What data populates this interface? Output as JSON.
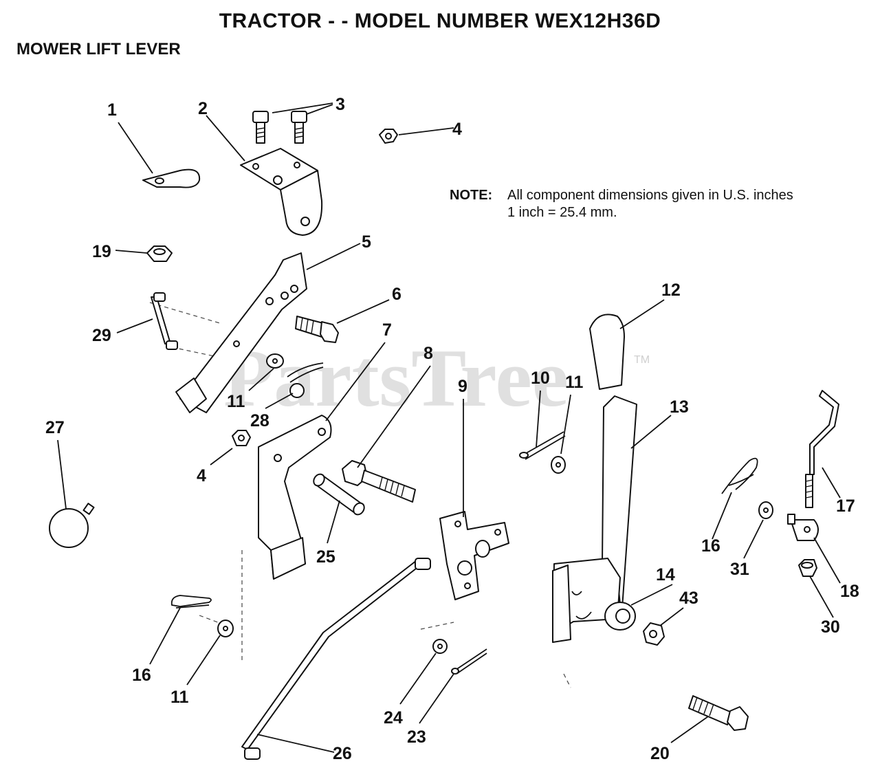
{
  "header": {
    "title": "TRACTOR - - MODEL NUMBER WEX12H36D",
    "subtitle": "MOWER LIFT LEVER"
  },
  "note": {
    "label": "NOTE:",
    "line1": "All component dimensions given in U.S. inches",
    "line2": "1 inch = 25.4 mm."
  },
  "watermark": {
    "text": "PartsTree",
    "tm": "TM"
  },
  "callouts": {
    "c1": "1",
    "c2": "2",
    "c3": "3",
    "c4a": "4",
    "c4b": "4",
    "c5": "5",
    "c6": "6",
    "c7": "7",
    "c8": "8",
    "c9": "9",
    "c10": "10",
    "c11a": "11",
    "c11b": "11",
    "c11c": "11",
    "c12": "12",
    "c13": "13",
    "c14": "14",
    "c16a": "16",
    "c16b": "16",
    "c17": "17",
    "c18": "18",
    "c19": "19",
    "c20": "20",
    "c23": "23",
    "c24": "24",
    "c25": "25",
    "c26": "26",
    "c27": "27",
    "c28": "28",
    "c29": "29",
    "c30": "30",
    "c31": "31",
    "c43": "43"
  }
}
